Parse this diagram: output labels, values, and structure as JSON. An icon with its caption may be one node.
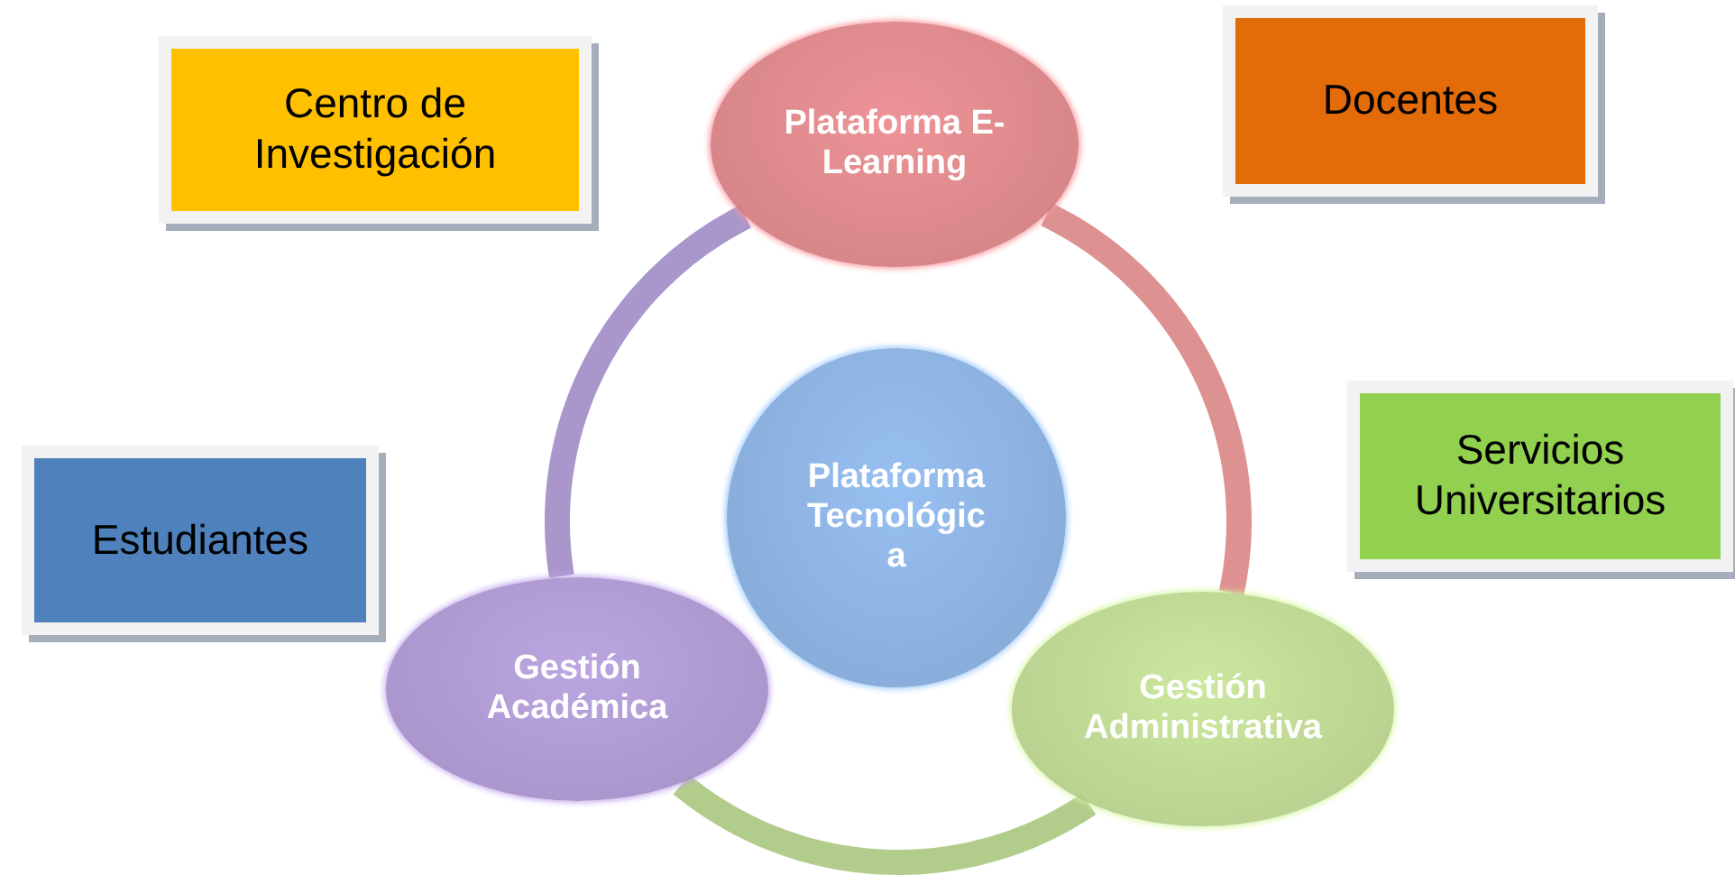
{
  "diagram": {
    "nodes": [
      {
        "text": [
          "Centro de Investigación"
        ]
      },
      {
        "text": [
          "Plataforma E-Learning"
        ]
      },
      {
        "text": [
          "Docentes"
        ]
      },
      {
        "text": [
          "Servicios Universitarios"
        ]
      },
      {
        "text": [
          "Plataforma Tecnológic a"
        ]
      },
      {
        "text": [
          "Estudiantes"
        ]
      },
      {
        "text": [
          "Gestión Académica"
        ]
      },
      {
        "text": [
          "Gestión Administrativa"
        ]
      }
    ],
    "edges": [
      {
        "from": 1,
        "to": 7,
        "arrow": "none",
        "color": "#d98585"
      },
      {
        "from": 7,
        "to": 6,
        "arrow": "none",
        "color": "#a9c77e"
      },
      {
        "from": 6,
        "to": 1,
        "arrow": "none",
        "color": "#a08cc6"
      }
    ]
  }
}
